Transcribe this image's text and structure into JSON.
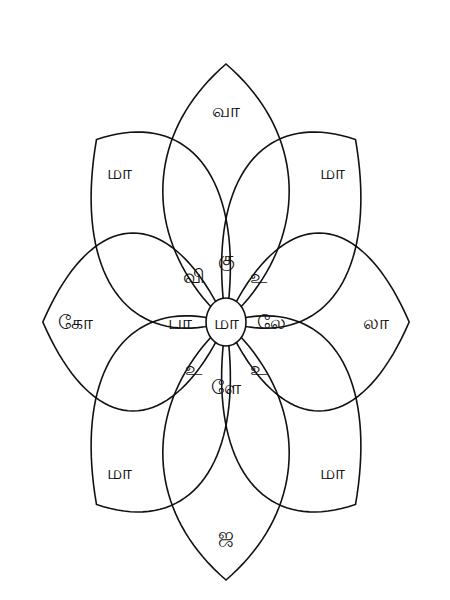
{
  "diagram": {
    "nodes": [
      {
        "text": [
          "மா"
        ]
      },
      {
        "text": [
          "வா",
          "கு"
        ]
      },
      {
        "text": [
          "மா",
          "உ"
        ]
      },
      {
        "text": [
          "லா",
          "லே"
        ]
      },
      {
        "text": [
          "மா",
          "உ"
        ]
      },
      {
        "text": [
          "ஜ",
          "ளே"
        ]
      },
      {
        "text": [
          "மா",
          "உ"
        ]
      },
      {
        "text": [
          "கோ",
          "பா"
        ]
      },
      {
        "text": [
          "மா",
          "வி"
        ]
      }
    ]
  }
}
